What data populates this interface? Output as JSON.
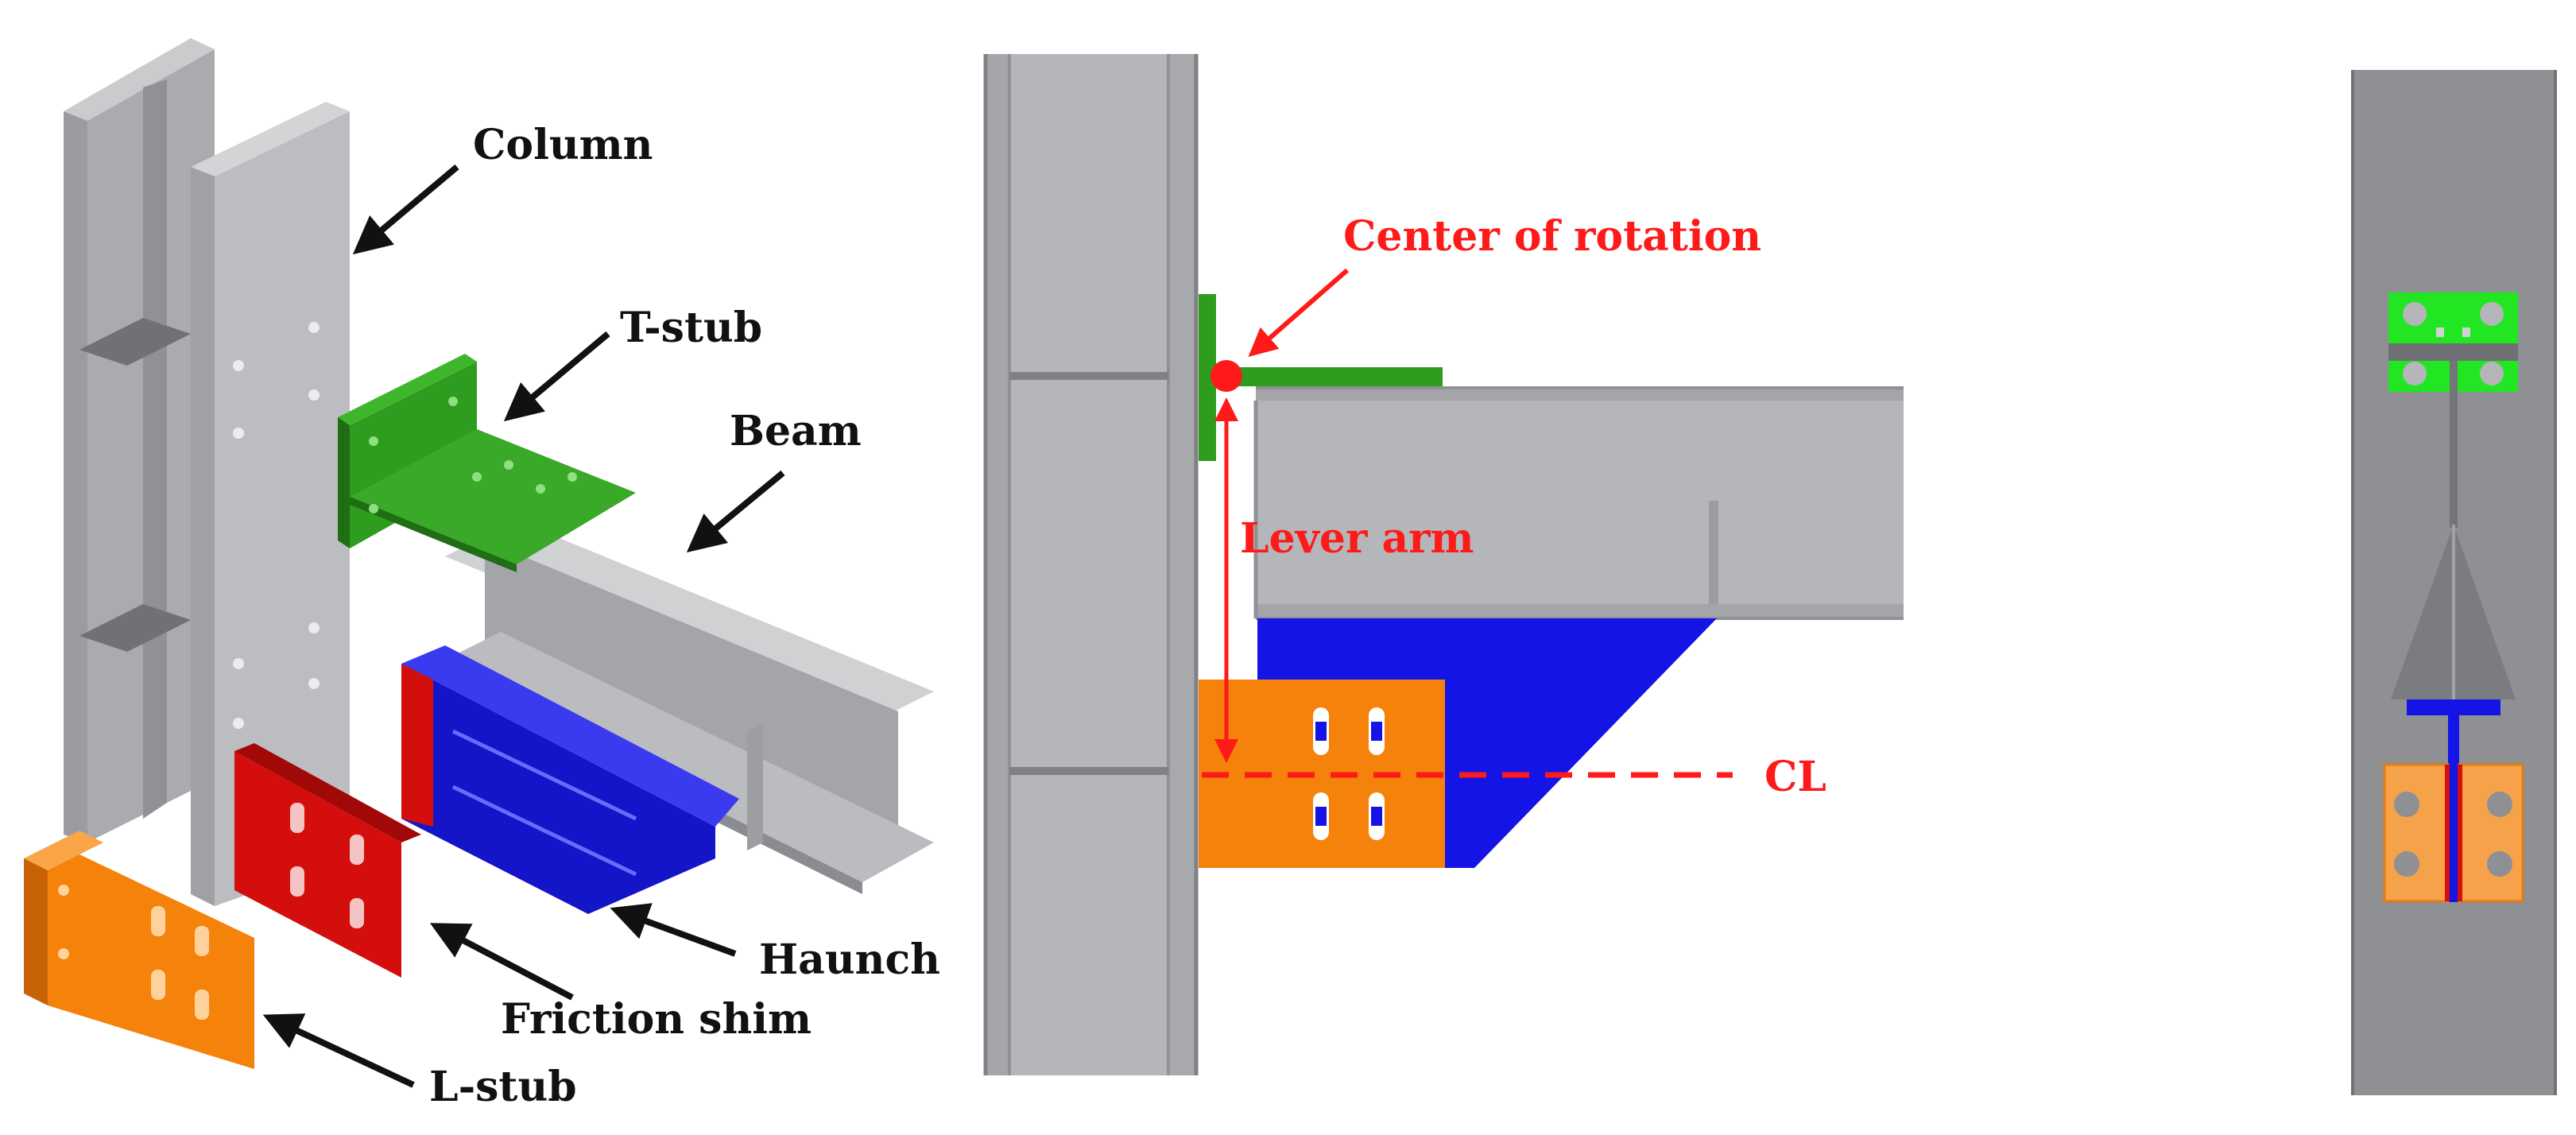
{
  "isometric_view": {
    "labels": {
      "column": "Column",
      "t_stub": "T-stub",
      "beam": "Beam",
      "haunch": "Haunch",
      "friction_shim": "Friction shim",
      "l_stub": "L-stub"
    }
  },
  "side_view": {
    "labels": {
      "center_of_rotation": "Center of rotation",
      "lever_arm": "Lever arm",
      "centerline": "CL"
    }
  },
  "colors": {
    "steel": "#b4b6b9",
    "steel_dark": "#8e9094",
    "t_stub": "#2e9c1e",
    "t_stub_bright": "#22e622",
    "haunch": "#1414e6",
    "l_stub": "#f5820a",
    "friction_shim": "#d40d0d",
    "annotation_red": "#ff1a1a",
    "arrow_black": "#111111"
  }
}
